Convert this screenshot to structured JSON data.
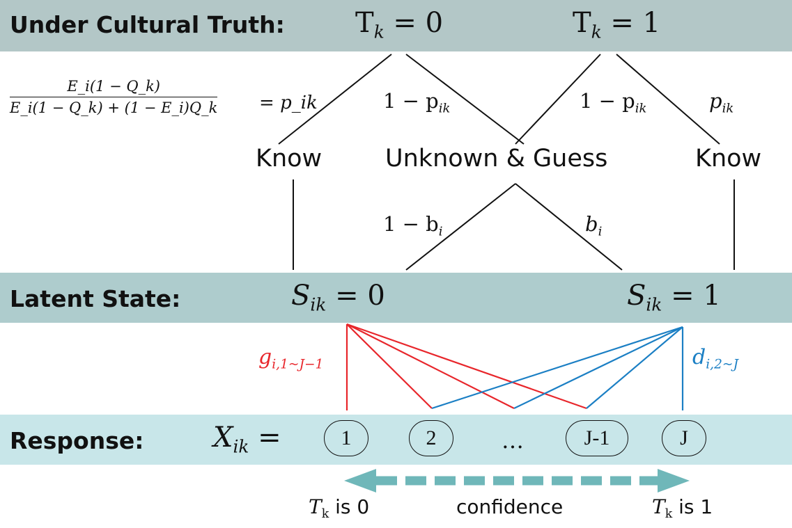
{
  "header": {
    "label": "Under Cultural Truth:",
    "truth_values": [
      "0",
      "1"
    ]
  },
  "formula": {
    "numerator": "E_i(1 − Q_k)",
    "denominator": "E_i(1 − Q_k) + (1 − E_i)Q_k",
    "result": "p_ik"
  },
  "nodes": {
    "know_left": "Know",
    "unknown_guess": "Unknown & Guess",
    "know_right": "Know"
  },
  "edge_labels": {
    "one_minus_p": "1 − p",
    "p": "p",
    "one_minus_b": "1 − b",
    "b": "b",
    "p_sub": "ik",
    "b_sub": "i"
  },
  "latent": {
    "label": "Latent State:",
    "states": [
      "0",
      "1"
    ]
  },
  "guess_params": {
    "g_label": "g",
    "g_sub": "i,1~J−1",
    "d_label": "d",
    "d_sub": "i,2~J",
    "g_color": "#e8262b",
    "d_color": "#1b7fc4"
  },
  "response": {
    "label": "Response:",
    "x_sub": "ik",
    "categories": [
      "1",
      "2",
      "J-1",
      "J"
    ],
    "ellipsis": "…"
  },
  "confidence": {
    "label": "confidence",
    "left_end": "is 0",
    "right_end": "is 1",
    "arrow_color": "#6fb7b9"
  },
  "colors": {
    "band_top": "#b3c7c7",
    "band_latent": "#aecccd",
    "band_response": "#c8e6e9"
  }
}
